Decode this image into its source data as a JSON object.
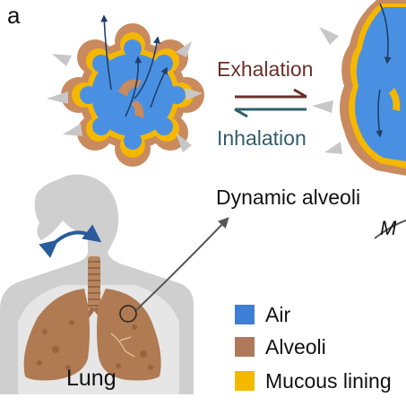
{
  "figure": {
    "panel_label": "a",
    "exhalation_label": "Exhalation",
    "inhalation_label": "Inhalation",
    "dynamic_label": "Dynamic alveoli",
    "lung_label": "Lung",
    "cut_text": "M"
  },
  "legend": [
    {
      "label": "Air",
      "color": "#3d7fd6"
    },
    {
      "label": "Alveoli",
      "color": "#b07a5a"
    },
    {
      "label": "Mucous lining",
      "color": "#f5b800"
    }
  ],
  "colors": {
    "air": "#4a90e2",
    "mucous": "#f5b800",
    "tissue": "#c98a5e",
    "exhale_arrow": "#6b2f2a",
    "inhale_arrow": "#2f5f6c",
    "flow_arrow": "#1f3f6a",
    "silhouette": "#c8c8c8"
  }
}
